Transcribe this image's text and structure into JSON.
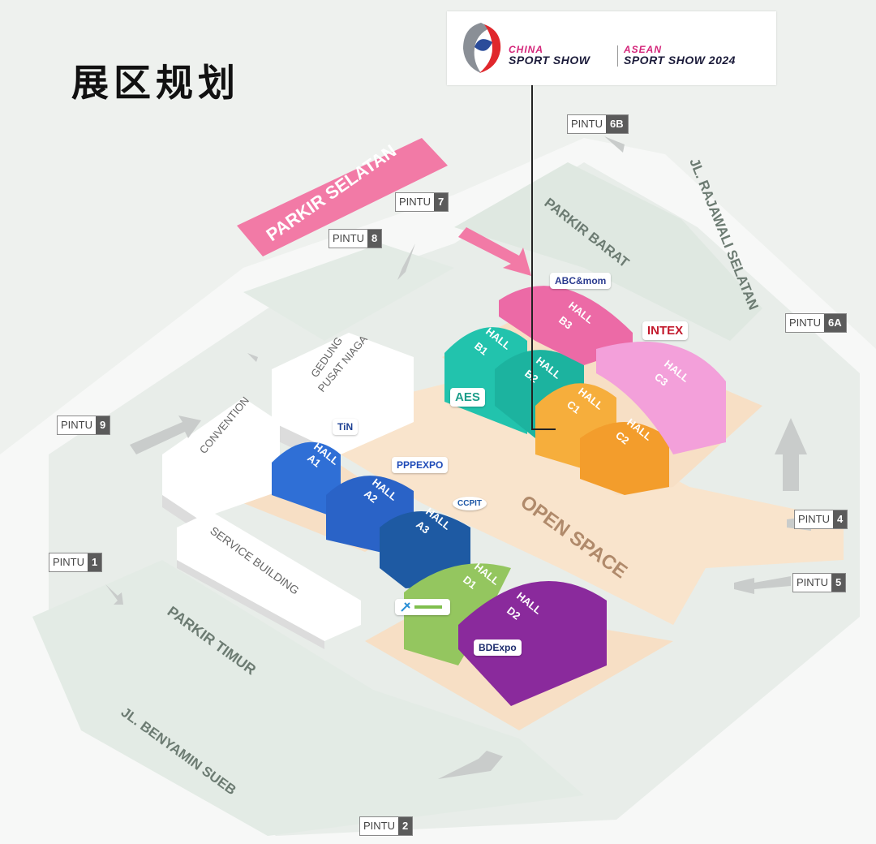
{
  "title": "展区规划",
  "logo": {
    "china": "CHINA",
    "sport_show": "SPORT SHOW",
    "asean": "ASEAN",
    "sport_show_year": "SPORT SHOW 2024"
  },
  "gates": {
    "g6b": {
      "word": "PINTU",
      "num": "6B"
    },
    "g7": {
      "word": "PINTU",
      "num": "7"
    },
    "g8": {
      "word": "PINTU",
      "num": "8"
    },
    "g6a": {
      "word": "PINTU",
      "num": "6A"
    },
    "g9": {
      "word": "PINTU",
      "num": "9"
    },
    "g1": {
      "word": "PINTU",
      "num": "1"
    },
    "g4": {
      "word": "PINTU",
      "num": "4"
    },
    "g5": {
      "word": "PINTU",
      "num": "5"
    },
    "g2": {
      "word": "PINTU",
      "num": "2"
    }
  },
  "areas": {
    "parkir_selatan": "PARKIR SELATAN",
    "parkir_barat": "PARKIR BARAT",
    "parkir_timur": "PARKIR TIMUR",
    "jl_rajawali": "JL. RAJAWALI SELATAN",
    "jl_benyamin": "JL. BENYAMIN SUEB",
    "gedung_1": "GEDUNG",
    "gedung_2": "PUSAT NIAGA",
    "convention": "CONVENTION",
    "service": "SERVICE BUILDING",
    "open_space": "OPEN SPACE"
  },
  "halls": {
    "a1": "A1",
    "a2": "A2",
    "a3": "A3",
    "b1": "B1",
    "b2": "B2",
    "b3": "B3",
    "c1": "C1",
    "c2": "C2",
    "c3": "C3",
    "d1": "D1",
    "d2": "D2",
    "word": "HALL"
  },
  "exhibitors": {
    "abc": "ABC&mom",
    "intex": "INTEX",
    "aes": "AES",
    "tin": "TiN",
    "ppp": "PPPEXPO",
    "ccpit": "CCPIT",
    "bdexpo": "BDExpo"
  },
  "colors": {
    "hall_a": "#2f6fd6",
    "hall_b_teal": "#22c3ad",
    "hall_b_pink": "#ec6aa6",
    "hall_c_orange": "#f6ae3c",
    "hall_c_pink": "#f3a0da",
    "hall_d_green": "#94c65f",
    "hall_d_purple": "#8a2a9c",
    "parkir_selatan_bg": "#f27aa6",
    "open_space": "#f9e4cc"
  }
}
